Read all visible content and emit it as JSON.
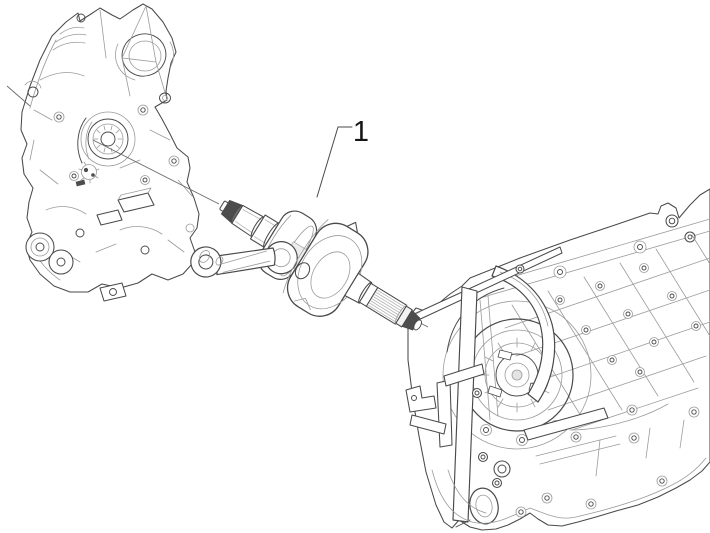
{
  "colors": {
    "background": "#ffffff",
    "line-primary": "#4a4a4a",
    "line-secondary": "#9b9b9b",
    "shade-dark": "#4d4d4d",
    "shade-mid": "#b5b5b5",
    "callout-text": "#151515"
  },
  "diagram": {
    "type": "exploded-parts-line-drawing",
    "callouts": [
      {
        "label": "1",
        "part": "crankshaft-assembly"
      }
    ],
    "parts": [
      {
        "name": "crankcase-half-left"
      },
      {
        "name": "crankshaft-assembly"
      },
      {
        "name": "crankcase-half-right"
      }
    ]
  }
}
